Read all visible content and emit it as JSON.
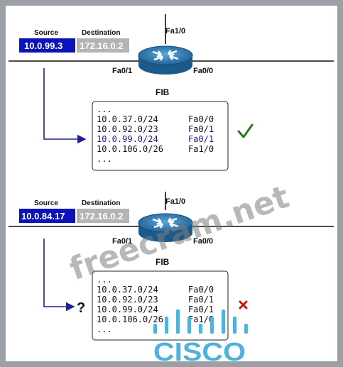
{
  "colors": {
    "source_box": "#0b12b8",
    "dest_box": "#b4b4b4",
    "arrow": "#1f1f9a",
    "check": "#2a7a1a",
    "cross": "#cc1111",
    "router": "#2f7fb6",
    "cisco": "#4fb3d9"
  },
  "scenarios": [
    {
      "source_header": "Source",
      "dest_header": "Destination",
      "source_ip": "10.0.99.3",
      "dest_ip": "172.16.0.2",
      "if_top": "Fa1/0",
      "if_left": "Fa0/1",
      "if_right": "Fa0/0",
      "fib_title": "FIB",
      "fib_rows": [
        {
          "prefix": "...",
          "iface": ""
        },
        {
          "prefix": "10.0.37.0/24",
          "iface": "Fa0/0"
        },
        {
          "prefix": "10.0.92.0/23",
          "iface": "Fa0/1"
        },
        {
          "prefix": "10.0.99.0/24",
          "iface": "Fa0/1"
        },
        {
          "prefix": "10.0.106.0/26",
          "iface": "Fa1/0"
        },
        {
          "prefix": "...",
          "iface": ""
        }
      ],
      "result_icon": "checkmark-icon"
    },
    {
      "source_header": "Source",
      "dest_header": "Destination",
      "source_ip": "10.0.84.17",
      "dest_ip": "172.16.0.2",
      "if_top": "Fa1/0",
      "if_left": "Fa0/1",
      "if_right": "Fa0/0",
      "fib_title": "FIB",
      "fib_rows": [
        {
          "prefix": "...",
          "iface": ""
        },
        {
          "prefix": "10.0.37.0/24",
          "iface": "Fa0/0"
        },
        {
          "prefix": "10.0.92.0/23",
          "iface": "Fa0/1"
        },
        {
          "prefix": "10.0.99.0/24",
          "iface": "Fa0/1"
        },
        {
          "prefix": "10.0.106.0/26",
          "iface": "Fa1/0"
        },
        {
          "prefix": "...",
          "iface": ""
        }
      ],
      "question_mark": "?",
      "result_icon": "cross-icon"
    }
  ],
  "watermark": "freecram.net",
  "logo_text": "CISCO"
}
